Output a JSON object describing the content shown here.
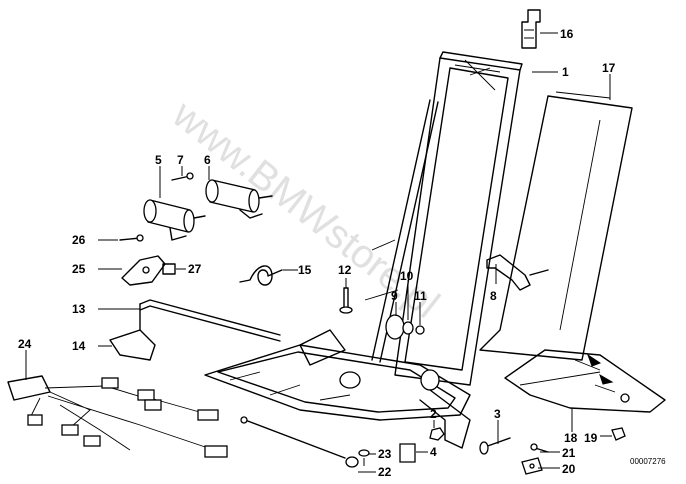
{
  "watermark": "www.BMWstore.pl",
  "reference_number": "00007276",
  "callouts": {
    "c1": "1",
    "c2": "2",
    "c3": "3",
    "c4": "4",
    "c5": "5",
    "c6": "6",
    "c7": "7",
    "c8": "8",
    "c9": "9",
    "c10": "10",
    "c11": "11",
    "c12": "12",
    "c13": "13",
    "c14": "14",
    "c15": "15",
    "c16": "16",
    "c17": "17",
    "c18": "18",
    "c19": "19",
    "c20": "20",
    "c21": "21",
    "c22": "22",
    "c23": "23",
    "c24": "24",
    "c25": "25",
    "c26": "26",
    "c27": "27"
  }
}
